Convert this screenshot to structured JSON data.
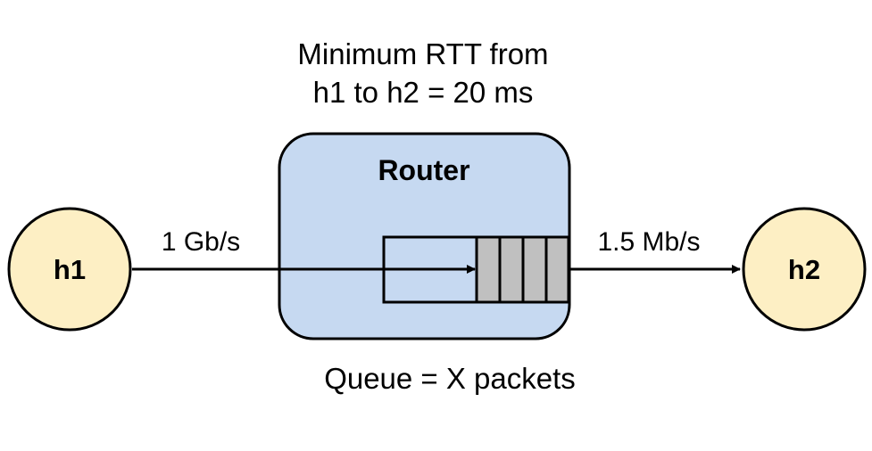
{
  "caption": {
    "line1": "Minimum RTT from",
    "line2": "h1 to h2 = 20 ms"
  },
  "router": {
    "label": "Router",
    "fill": "#c6d9f1"
  },
  "hosts": {
    "h1": "h1",
    "h2": "h2",
    "fill": "#fdefc4"
  },
  "links": {
    "left_rate": "1 Gb/s",
    "right_rate": "1.5 Mb/s"
  },
  "queue": {
    "label": "Queue = X packets",
    "packet_fill": "#c0c0c0"
  }
}
